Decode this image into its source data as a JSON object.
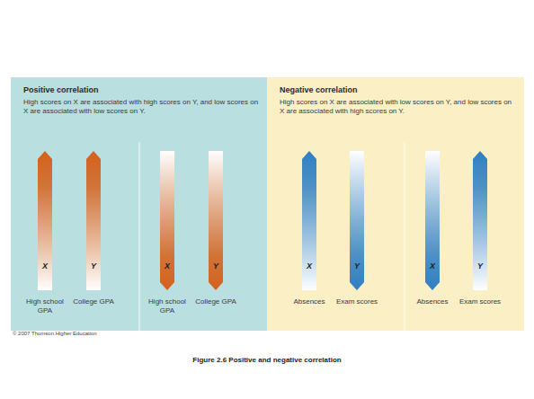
{
  "diagram": {
    "caption": "Figure 2.6 Positive and negative correlation",
    "nodes": [
      {
        "text": [
          "Positive correlation",
          "High scores on X are associated with high scores on Y, and low scores on X are associated with low scores on Y."
        ]
      },
      {
        "text": [
          "X",
          "High school GPA"
        ],
        "in": 0
      },
      {
        "text": [
          "Y",
          "College GPA"
        ],
        "in": 0
      },
      {
        "text": [
          "X",
          "High school GPA"
        ],
        "in": 0
      },
      {
        "text": [
          "Y",
          "College GPA"
        ],
        "in": 0
      },
      {
        "text": [
          "Negative correlation",
          "High scores on X are associated with low scores on Y, and low scores on X are associated with high scores on Y."
        ]
      },
      {
        "text": [
          "X",
          "Absences"
        ],
        "in": 5
      },
      {
        "text": [
          "Y",
          "Exam scores"
        ],
        "in": 5
      },
      {
        "text": [
          "X",
          "Absences"
        ],
        "in": 5
      },
      {
        "text": [
          "Y",
          "Exam scores"
        ],
        "in": 5
      }
    ],
    "labels": [
      "© 2007 Thomson Higher Education"
    ]
  }
}
